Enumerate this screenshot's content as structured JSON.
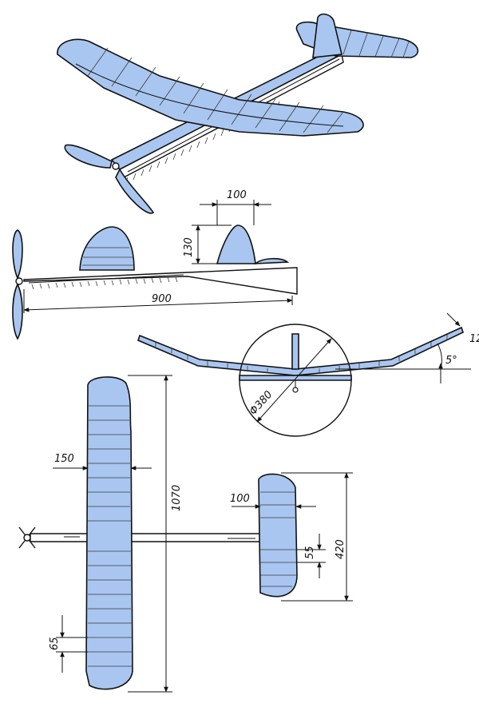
{
  "colors": {
    "covering": "#a9c6f0",
    "line": "#111111",
    "paper": "#ffffff"
  },
  "dimensions": {
    "fin_width": "100",
    "fin_height": "130",
    "fuselage_length": "900",
    "dihedral_angle": "5°",
    "tip_rise": "12",
    "propeller_diameter": "Φ380",
    "wing_chord": "150",
    "wingspan": "1070",
    "stab_chord": "100",
    "stab_span": "420",
    "rib_spacing_stab": "55",
    "rib_spacing_wing": "65"
  }
}
